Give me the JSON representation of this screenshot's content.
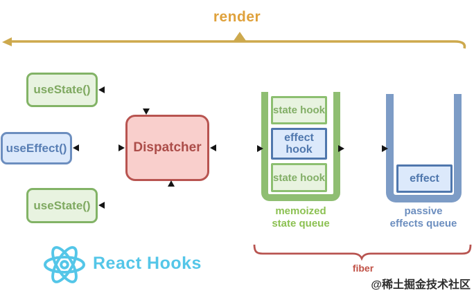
{
  "title": "render",
  "hook_calls": {
    "use_state_top": "useState()",
    "use_effect": "useEffect()",
    "use_state_bottom": "useState()"
  },
  "dispatcher": {
    "label": "Dispatcher"
  },
  "state_queue": {
    "items": [
      {
        "label": "state hook",
        "type": "state"
      },
      {
        "label": "effect hook",
        "type": "effect"
      },
      {
        "label": "state hook",
        "type": "state"
      }
    ],
    "caption": {
      "line1": "memoized",
      "line2": "state queue"
    }
  },
  "effects_queue": {
    "item_label": "effect",
    "caption": {
      "line1": "passive",
      "line2": "effects queue"
    }
  },
  "branding": {
    "label": "React Hooks"
  },
  "fiber_label": "fiber",
  "watermark": "@稀土掘金技术社区",
  "colors": {
    "render_gold": "#cda94d",
    "title_orange": "#dfa13b",
    "green_border": "#82b366",
    "green_fill": "#e8f3e0",
    "green_caption": "#8cc152",
    "blue_border": "#6c8ebf",
    "blue_fill": "#dce9fb",
    "red_border": "#b85450",
    "red_fill": "#f9cfcc",
    "react_cyan": "#54c6e8",
    "fiber_red": "#c05045",
    "arrowhead_black": "#141414"
  }
}
